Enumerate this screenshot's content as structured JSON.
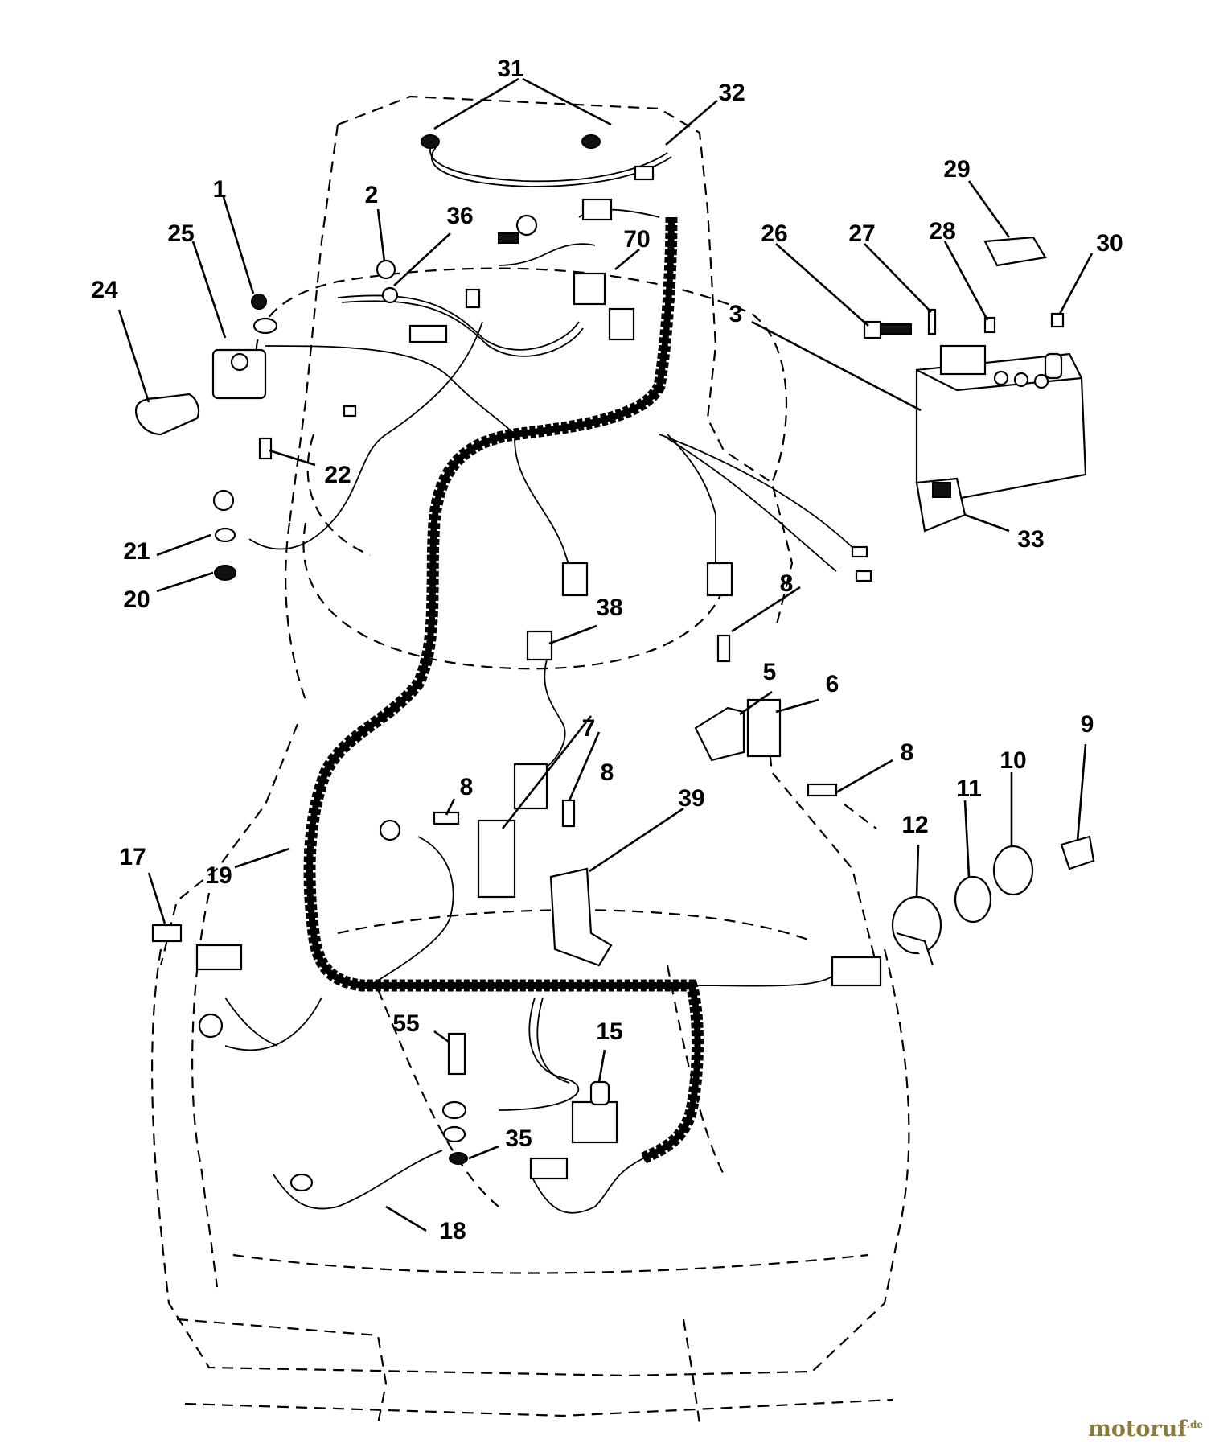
{
  "watermark": {
    "text": "motoruf",
    "suffix": ".de"
  },
  "callouts": {
    "c1": "1",
    "c2": "2",
    "c3": "3",
    "c5": "5",
    "c6": "6",
    "c7": "7",
    "c8a": "8",
    "c8b": "8",
    "c8c": "8",
    "c8d": "8",
    "c9": "9",
    "c10": "10",
    "c11": "11",
    "c12": "12",
    "c15": "15",
    "c17": "17",
    "c18": "18",
    "c19": "19",
    "c20": "20",
    "c21": "21",
    "c22": "22",
    "c24": "24",
    "c25": "25",
    "c26": "26",
    "c27": "27",
    "c28": "28",
    "c29": "29",
    "c30": "30",
    "c31": "31",
    "c32": "32",
    "c33": "33",
    "c35": "35",
    "c36": "36",
    "c38": "38",
    "c39": "39",
    "c55": "55",
    "c70": "70"
  }
}
